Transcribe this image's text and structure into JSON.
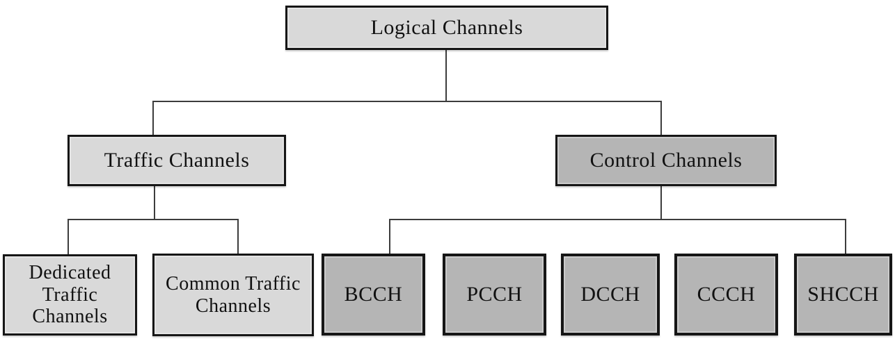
{
  "diagram_type": "tree-hierarchy",
  "colors": {
    "light_fill": "#d9d9d9",
    "dark_fill": "#b5b5b5",
    "border": "#161616",
    "connector_line": "#3c3c3c",
    "background": "#ffffff"
  },
  "nodes": {
    "logical": {
      "label": "Logical Channels"
    },
    "traffic": {
      "label": "Traffic Channels"
    },
    "control": {
      "label": "Control Channels"
    },
    "dedicated": {
      "label": "Dedicated Traffic Channels"
    },
    "common": {
      "label": "Common Traffic Channels"
    },
    "bcch": {
      "label": "BCCH"
    },
    "pcch": {
      "label": "PCCH"
    },
    "dcch": {
      "label": "DCCH"
    },
    "ccch": {
      "label": "CCCH"
    },
    "shcch": {
      "label": "SHCCH"
    }
  },
  "hierarchy": {
    "Logical Channels": [
      "Traffic Channels",
      "Control Channels"
    ],
    "Traffic Channels": [
      "Dedicated Traffic Channels",
      "Common Traffic Channels"
    ],
    "Control Channels": [
      "BCCH",
      "PCCH",
      "DCCH",
      "CCCH",
      "SHCCH"
    ]
  }
}
